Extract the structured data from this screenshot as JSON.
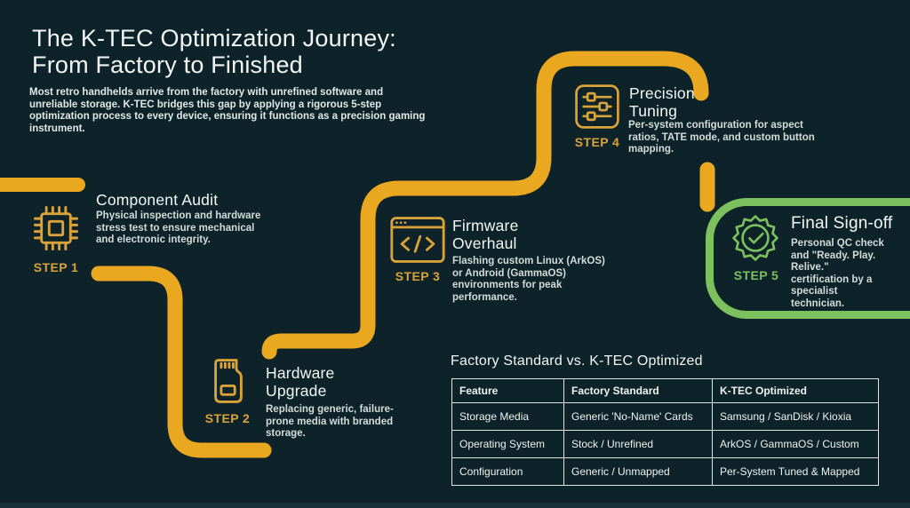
{
  "header": {
    "title_line1": "The K-TEC Optimization Journey:",
    "title_line2": "From Factory to Finished",
    "subtitle": "Most retro handhelds arrive from the factory with unrefined software and unreliable storage. K-TEC bridges this gap by applying a rigorous 5-step optimization process to every device, ensuring it functions as a precision gaming instrument."
  },
  "steps": [
    {
      "label": "STEP 1",
      "title": "Component Audit",
      "description": "Physical inspection and hardware stress test to ensure mechanical and electronic integrity.",
      "icon": "chip-icon"
    },
    {
      "label": "STEP 2",
      "title": "Hardware Upgrade",
      "description": "Replacing generic, failure-prone media with branded storage.",
      "icon": "sd-card-icon"
    },
    {
      "label": "STEP 3",
      "title": "Firmware Overhaul",
      "description": "Flashing custom Linux (ArkOS) or Android (GammaOS) environments for peak performance.",
      "icon": "code-window-icon"
    },
    {
      "label": "STEP 4",
      "title": "Precision Tuning",
      "description": "Per-system configuration for aspect ratios, TATE mode, and custom button mapping.",
      "icon": "sliders-icon"
    },
    {
      "label": "STEP 5",
      "title": "Final Sign-off",
      "description": "Personal QC check and \"Ready. Play. Relive.\" certification by a specialist technician.",
      "icon": "badge-check-icon"
    }
  ],
  "comparison": {
    "title": "Factory Standard vs. K-TEC Optimized",
    "columns": [
      "Feature",
      "Factory Standard",
      "K-TEC Optimized"
    ],
    "rows": [
      [
        "Storage Media",
        "Generic 'No-Name' Cards",
        "Samsung / SanDisk / Kioxia"
      ],
      [
        "Operating System",
        "Stock / Unrefined",
        "ArkOS / GammaOS / Custom"
      ],
      [
        "Configuration",
        "Generic / Unmapped",
        "Per-System Tuned & Mapped"
      ]
    ]
  },
  "colors": {
    "background": "#0e2329",
    "path_gold": "#e9a820",
    "icon_gold": "#d9a339",
    "accent_green": "#7cc15e",
    "text_primary": "#f2f6f5",
    "text_secondary": "#d2dbda"
  }
}
